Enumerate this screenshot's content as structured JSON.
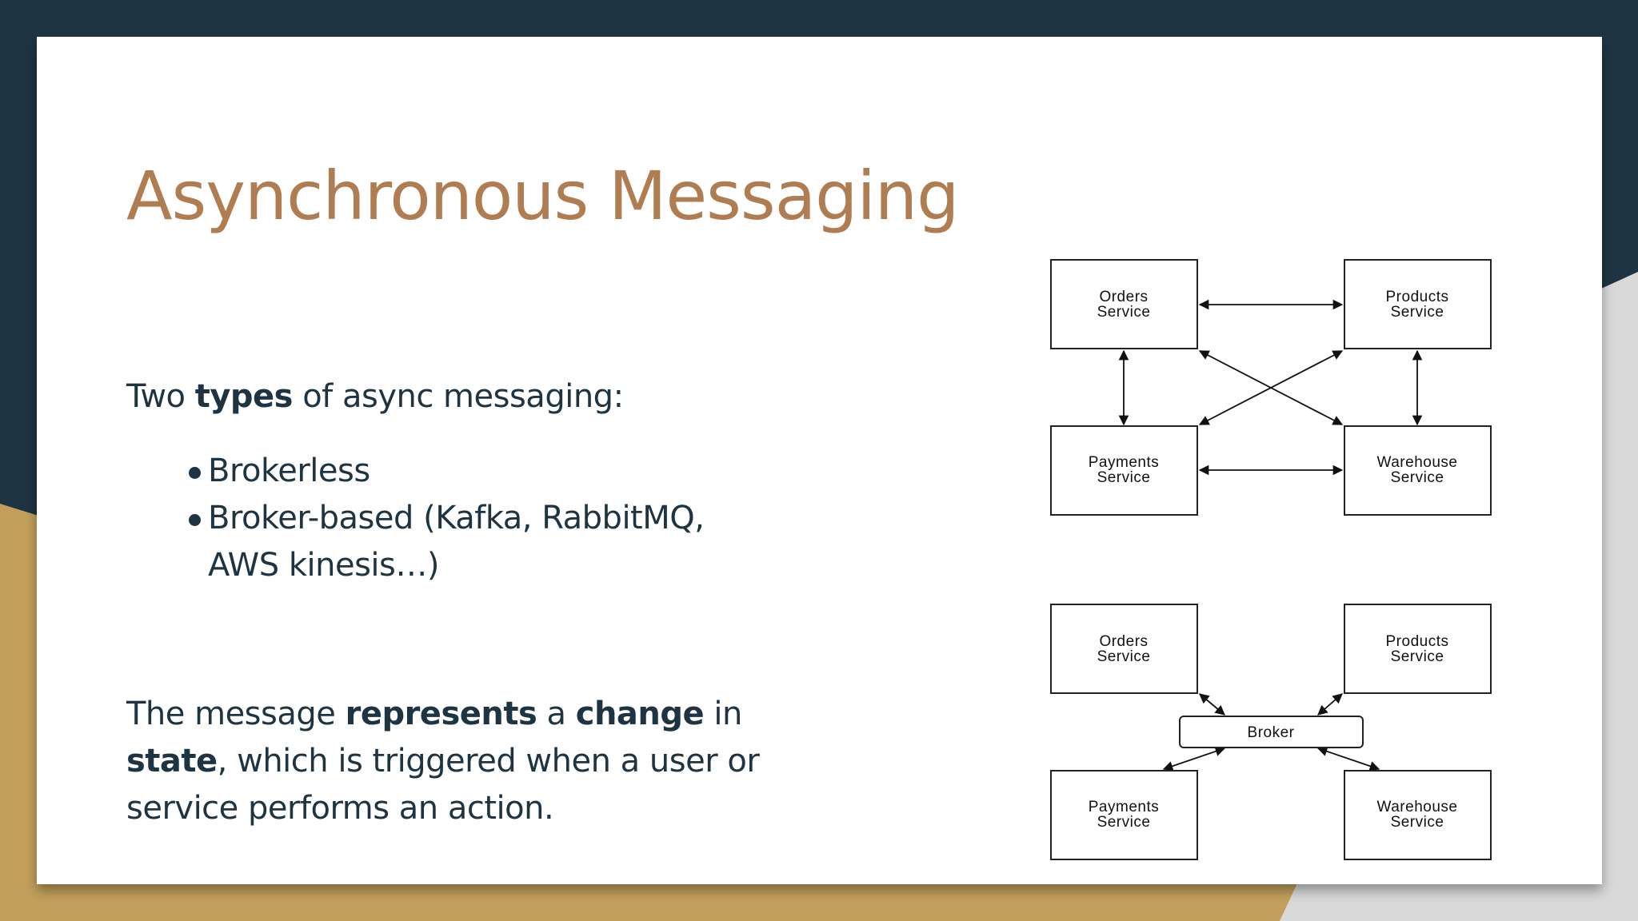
{
  "slide": {
    "title": "Asynchronous Messaging",
    "intro": {
      "prefix": "Two ",
      "bold": "types",
      "suffix": " of async messaging:"
    },
    "bullets": [
      "Brokerless",
      "Broker-based (Kafka, RabbitMQ, AWS kinesis…)"
    ],
    "paragraph": {
      "p1": "The message ",
      "b1": "represents",
      "p2": " a ",
      "b2": "change",
      "p3": " in ",
      "b3": "state",
      "p4": ", which is triggered when a user or service performs an action."
    }
  },
  "diagrams": {
    "brokerless": {
      "nodes": [
        {
          "id": "orders",
          "line1": "Orders",
          "line2": "Service"
        },
        {
          "id": "products",
          "line1": "Products",
          "line2": "Service"
        },
        {
          "id": "payments",
          "line1": "Payments",
          "line2": "Service"
        },
        {
          "id": "warehouse",
          "line1": "Warehouse",
          "line2": "Service"
        }
      ]
    },
    "broker_based": {
      "nodes": [
        {
          "id": "orders",
          "line1": "Orders",
          "line2": "Service"
        },
        {
          "id": "products",
          "line1": "Products",
          "line2": "Service"
        },
        {
          "id": "payments",
          "line1": "Payments",
          "line2": "Service"
        },
        {
          "id": "warehouse",
          "line1": "Warehouse",
          "line2": "Service"
        }
      ],
      "broker_label": "Broker"
    }
  },
  "colors": {
    "background_dark": "#1f3442",
    "accent_gold": "#c2a05c",
    "title_brown": "#b07d52",
    "text_dark": "#1f3442"
  }
}
